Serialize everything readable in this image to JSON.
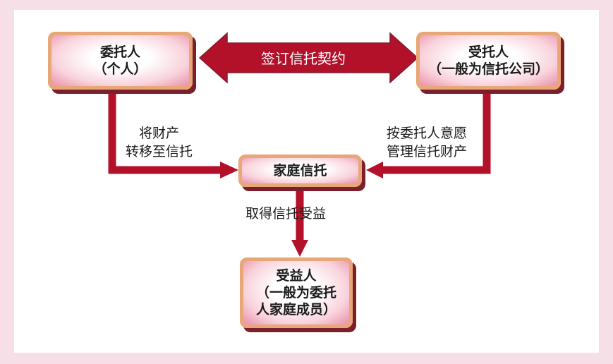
{
  "boxes": {
    "settlor": {
      "line1": "委托人",
      "line2": "（个人）"
    },
    "trustee": {
      "line1": "受托人",
      "line2": "（一般为信托公司）"
    },
    "trust": {
      "line1": "家庭信托"
    },
    "beneficiary": {
      "line1": "受益人",
      "line2": "（一般为委托",
      "line3": "人家庭成员）"
    }
  },
  "edges": {
    "contract": "签订信托契约",
    "transfer": {
      "line1": "将财产",
      "line2": "转移至信托"
    },
    "manage": {
      "line1": "按委托人意愿",
      "line2": "管理信托财产"
    },
    "benefit": "取得信托受益"
  },
  "colors": {
    "arrow": "#b3102a",
    "box_border": "#e8a777",
    "box_shadow": "#7c1f2c",
    "frame": "#f6dfe6"
  }
}
